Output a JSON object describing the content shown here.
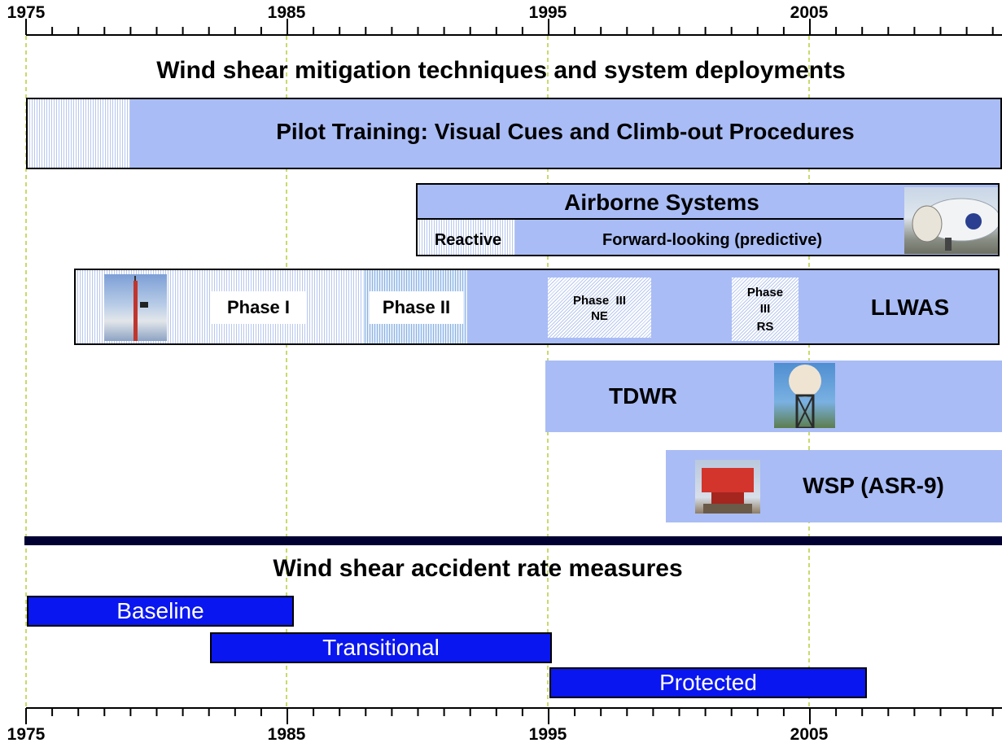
{
  "axis": {
    "start_year": 1975,
    "end_year": 2012,
    "major_ticks": [
      "1975",
      "1985",
      "1995",
      "2005"
    ]
  },
  "title_top": "Wind shear mitigation techniques and system deployments",
  "pilot_training": {
    "label": "Pilot Training: Visual Cues and Climb-out Procedures"
  },
  "airborne": {
    "title": "Airborne Systems",
    "reactive_label": "Reactive",
    "forward_label": "Forward-looking (predictive)"
  },
  "llwas": {
    "label": "LLWAS",
    "phase1": "Phase I",
    "phase2": "Phase II",
    "phase3ne_line1": "Phase  III",
    "phase3ne_line2": "NE",
    "phase3rs_line1": "Phase",
    "phase3rs_line2": "III",
    "phase3rs_line3": "RS"
  },
  "tdwr": {
    "label": "TDWR"
  },
  "wsp": {
    "label": "WSP (ASR-9)"
  },
  "title_bottom": "Wind shear accident rate measures",
  "accident_rates": {
    "baseline": "Baseline",
    "transitional": "Transitional",
    "protected": "Protected"
  },
  "colors": {
    "bar_fill": "#a9bcf5",
    "accident_bar": "#0a16f0",
    "dashed_line": "#b5cf3a",
    "separator": "#000033"
  }
}
